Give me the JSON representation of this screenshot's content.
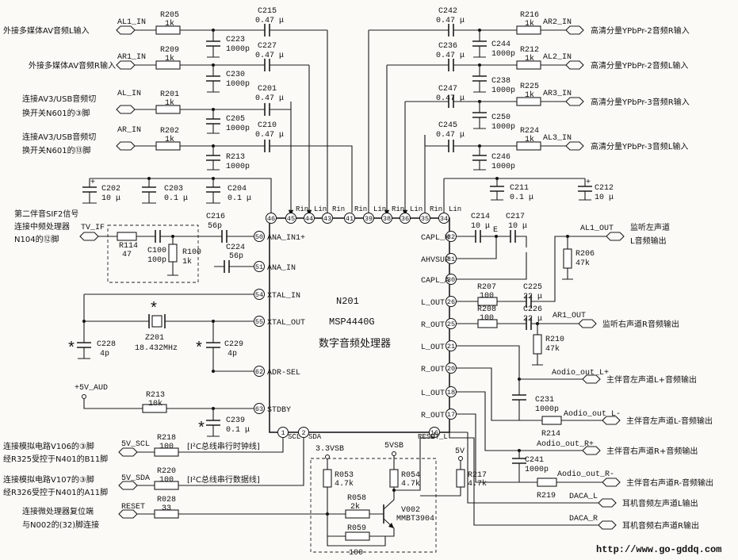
{
  "chip": {
    "ref": "N201",
    "model": "MSP4440G",
    "desc": "数字音频处理器"
  },
  "website": "http://www.go-gddq.com",
  "left_inputs": [
    {
      "net": "AL1_IN",
      "desc": "外接多媒体AV音频L输入",
      "res": "R205",
      "res_val": "1k",
      "cap": "C215",
      "cap_val": "0.47 μ",
      "cap2": "C223",
      "cap2_val": "1000p"
    },
    {
      "net": "AR1_IN",
      "desc": "外接多媒体AV音频R输入",
      "res": "R209",
      "res_val": "1k",
      "cap": "C227",
      "cap_val": "0.47 μ",
      "cap2": "C230",
      "cap2_val": "1000p"
    },
    {
      "net": "AL_IN",
      "desc1": "连接AV3/USB音频切",
      "desc2": "换开关N601的③脚",
      "res": "R201",
      "res_val": "1k",
      "cap": "C201",
      "cap_val": "0.47 μ",
      "cap2": "C205",
      "cap2_val": "1000p"
    },
    {
      "net": "AR_IN",
      "desc1": "连接AV3/USB音频切",
      "desc2": "换开关N601的⑬脚",
      "res": "R202",
      "res_val": "1k",
      "cap": "C210",
      "cap_val": "0.47 μ",
      "cap2": "R213",
      "cap2_val": "1000p"
    }
  ],
  "right_inputs": [
    {
      "net": "AR2_IN",
      "desc": "高清分量YPbPr-2音频R输入",
      "res": "R216",
      "res_val": "1k",
      "cap": "C242",
      "cap_val": "0.47 μ",
      "cap2": "C244",
      "cap2_val": "1000p"
    },
    {
      "net": "AL2_IN",
      "desc": "高清分量YPbPr-2音频L输入",
      "res": "R212",
      "res_val": "1k",
      "cap": "C236",
      "cap_val": "0.47 μ",
      "cap2": "C238",
      "cap2_val": "1000p"
    },
    {
      "net": "AR3_IN",
      "desc": "高清分量YPbPr-3音频R输入",
      "res": "R225",
      "res_val": "1k",
      "cap": "C247",
      "cap_val": "0.47 μ",
      "cap2": "C250",
      "cap2_val": "1000p"
    },
    {
      "net": "AL3_IN",
      "desc": "高清分量YPbPr-3音频L输入",
      "res": "R224",
      "res_val": "1k",
      "cap": "C245",
      "cap_val": "0.47 μ",
      "cap2": "C246",
      "cap2_val": "1000p"
    }
  ],
  "top_pins": [
    {
      "num": "46",
      "label": ""
    },
    {
      "num": "45",
      "label": "Rin"
    },
    {
      "num": "44",
      "label": "Lin"
    },
    {
      "num": "43",
      "label": "Rin"
    },
    {
      "num": "41",
      "label": "Rin"
    },
    {
      "num": "39",
      "label": "Lin"
    },
    {
      "num": "38",
      "label": "Rin"
    },
    {
      "num": "36",
      "label": "Lin"
    },
    {
      "num": "35",
      "label": "Rin"
    },
    {
      "num": "34",
      "label": "Lin"
    }
  ],
  "left_pins": [
    {
      "num": "50",
      "label": "ANA_IN1+"
    },
    {
      "num": "51",
      "label": "ANA_IN"
    },
    {
      "num": "54",
      "label": "XTAL_IN"
    },
    {
      "num": "55",
      "label": "XTAL_OUT"
    },
    {
      "num": "62",
      "label": "ADR-SEL"
    },
    {
      "num": "63",
      "label": "STDBY"
    }
  ],
  "bottom_pins": [
    {
      "num": "1",
      "label": "SCL"
    },
    {
      "num": "2",
      "label": "SDA"
    },
    {
      "num": "16",
      "label": "RESET_L"
    }
  ],
  "right_pins": [
    {
      "num": "32",
      "label": "CAPL_M"
    },
    {
      "num": "31",
      "label": "AHVSUP"
    },
    {
      "num": "30",
      "label": "CAPL_A"
    },
    {
      "num": "26",
      "label": "L_OUT"
    },
    {
      "num": "25",
      "label": "R_OUT"
    },
    {
      "num": "21",
      "label": "L_OUT"
    },
    {
      "num": "20",
      "label": "R_OUT"
    },
    {
      "num": "18",
      "label": "L_OUT"
    },
    {
      "num": "17",
      "label": "R_OUT"
    }
  ],
  "parts": {
    "c202": "C202",
    "c202v": "10 μ",
    "c203": "C203",
    "c203v": "0.1 μ",
    "c204": "C204",
    "c204v": "0.1 μ",
    "c211": "C211",
    "c211v": "0.1 μ",
    "c212": "C212",
    "c212v": "10 μ",
    "c216": "C216",
    "c216v": "56p",
    "c224": "C224",
    "c224v": "56p",
    "r114": "R114",
    "r114v": "47",
    "c100": "C100",
    "c100v": "100p",
    "r100": "R100",
    "r100v": "1k",
    "c228": "C228",
    "c228v": "4p",
    "c229": "C229",
    "c229v": "4p",
    "z201": "Z201",
    "z201v": "18.432MHz",
    "r213b": "R213",
    "r213bv": "10k",
    "c239": "C239",
    "c239v": "0.1 μ",
    "c214": "C214",
    "c214v": "10 μ",
    "c217": "C217",
    "c217v": "10 μ",
    "e": "E",
    "r206": "R206",
    "r206v": "47k",
    "r207": "R207",
    "r207v": "100",
    "c225": "C225",
    "c225v": "22 μ",
    "r208": "R208",
    "r208v": "100",
    "c226": "C226",
    "c226v": "22 μ",
    "r210": "R210",
    "r210v": "47k",
    "c231": "C231",
    "c231v": "1000p",
    "r214": "R214",
    "c241": "C241",
    "c241v": "1000p",
    "r219": "R219",
    "r218": "R218",
    "r218v": "100",
    "r220": "R220",
    "r220v": "100",
    "r028": "R028",
    "r028v": "33",
    "r053": "R053",
    "r053v": "4.7k",
    "r058": "R058",
    "r058v": "2k",
    "r059": "R059",
    "r059v": "100",
    "r054": "R054",
    "r054v": "4.7k",
    "r217": "R217",
    "r217v": "4.7k",
    "v002": "V002",
    "v002v": "MMBT3904",
    "star": "*"
  },
  "left_misc": {
    "tv_if_net": "TV_IF",
    "tv_if_desc1": "第二伴音SIF2信号",
    "tv_if_desc2": "连接中频处理器",
    "tv_if_desc3": "N104的⑫脚",
    "v5_aud": "+5V_AUD",
    "scl_net": "5V_SCL",
    "scl_desc1": "连接模拟电路V106的③脚",
    "scl_desc2": "经R325受控于N401的B11脚",
    "scl_bus": "[I²C总线串行时钟线]",
    "sda_net": "5V_SDA",
    "sda_desc1": "连接模拟电路V107的③脚",
    "sda_desc2": "经R326受控于N401的A11脚",
    "sda_bus": "[I²C总线串行数据线]",
    "reset_net": "RESET",
    "reset_desc1": "连接微处理器复位端",
    "reset_desc2": "与N002的(32)脚连接",
    "v33": "3.3VSB",
    "v5sb": "5VSB",
    "v5": "5V"
  },
  "outputs": [
    {
      "net": "AL1_OUT",
      "desc1": "监听左声道",
      "desc2": "L音频输出"
    },
    {
      "net": "AR1_OUT",
      "desc1": "监听右声道R音频输出"
    },
    {
      "net": "Aodio_out_L+",
      "desc1": "主伴音左声道L+音频输出"
    },
    {
      "net": "Aodio_out_L-",
      "desc1": "主伴音左声道L-音频输出"
    },
    {
      "net": "Aodio_out_R+",
      "desc1": "主伴音右声道R+音频输出"
    },
    {
      "net": "Aodio_out_R-",
      "desc1": "主伴音右声道R-音频输出"
    },
    {
      "net": "DACA_L",
      "desc1": "耳机音频左声道L输出"
    },
    {
      "net": "DACA_R",
      "desc1": "耳机音频右声道R输出"
    }
  ]
}
